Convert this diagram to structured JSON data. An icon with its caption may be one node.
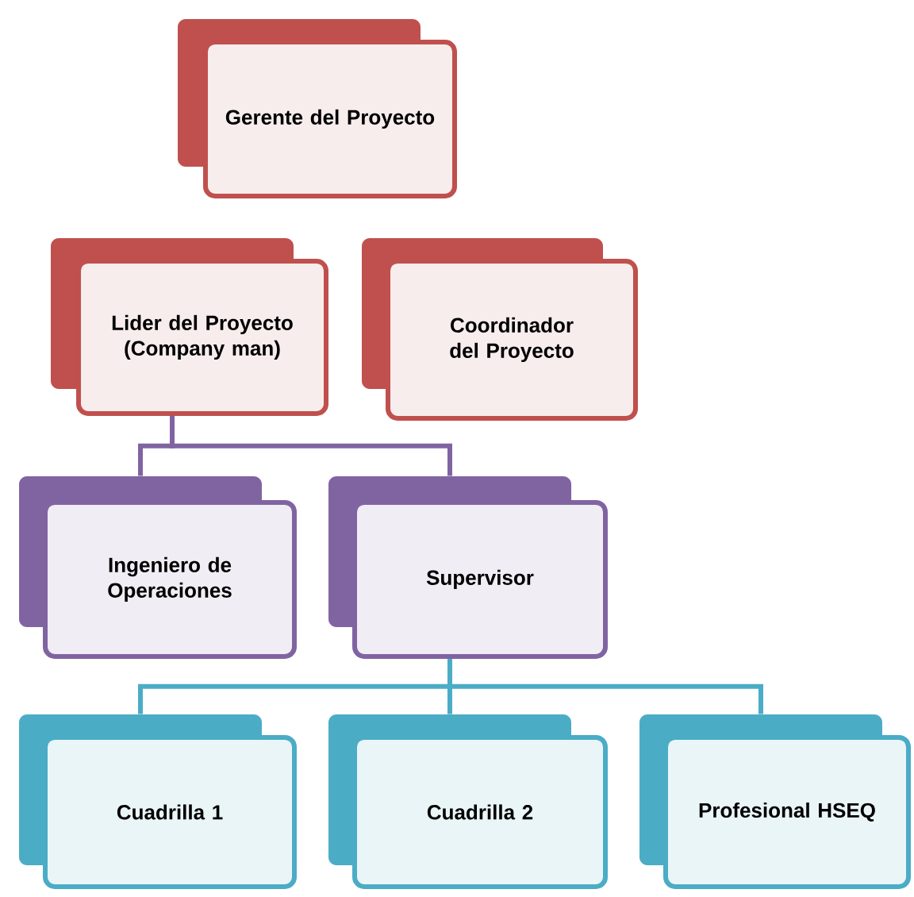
{
  "diagram": {
    "nodes": [
      {
        "text": [
          "Gerente del Proyecto"
        ]
      },
      {
        "text": [
          "Lider del Proyecto (Company man)"
        ]
      },
      {
        "text": [
          "Coordinador del Proyecto"
        ]
      },
      {
        "text": [
          "Ingeniero de Operaciones"
        ]
      },
      {
        "text": [
          "Supervisor"
        ]
      },
      {
        "text": [
          "Cuadrilla 1"
        ]
      },
      {
        "text": [
          "Cuadrilla 2"
        ]
      },
      {
        "text": [
          "Profesional HSEQ"
        ]
      }
    ],
    "edges": [
      {
        "from": 1,
        "to": 3,
        "arrow": "none",
        "color": "#8064a2"
      },
      {
        "from": 1,
        "to": 4,
        "arrow": "none",
        "color": "#8064a2"
      },
      {
        "from": 4,
        "to": 5,
        "arrow": "none"
      },
      {
        "from": 4,
        "to": 6,
        "arrow": "none"
      },
      {
        "from": 4,
        "to": 7,
        "arrow": "none"
      }
    ]
  }
}
